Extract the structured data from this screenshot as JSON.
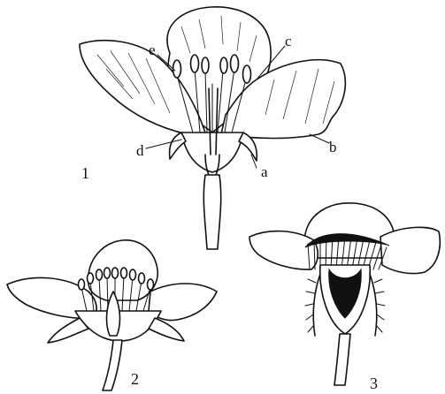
{
  "figures": [
    {
      "number": "1",
      "labels": [
        "a",
        "b",
        "c",
        "d",
        "e"
      ]
    },
    {
      "number": "2"
    },
    {
      "number": "3"
    }
  ]
}
